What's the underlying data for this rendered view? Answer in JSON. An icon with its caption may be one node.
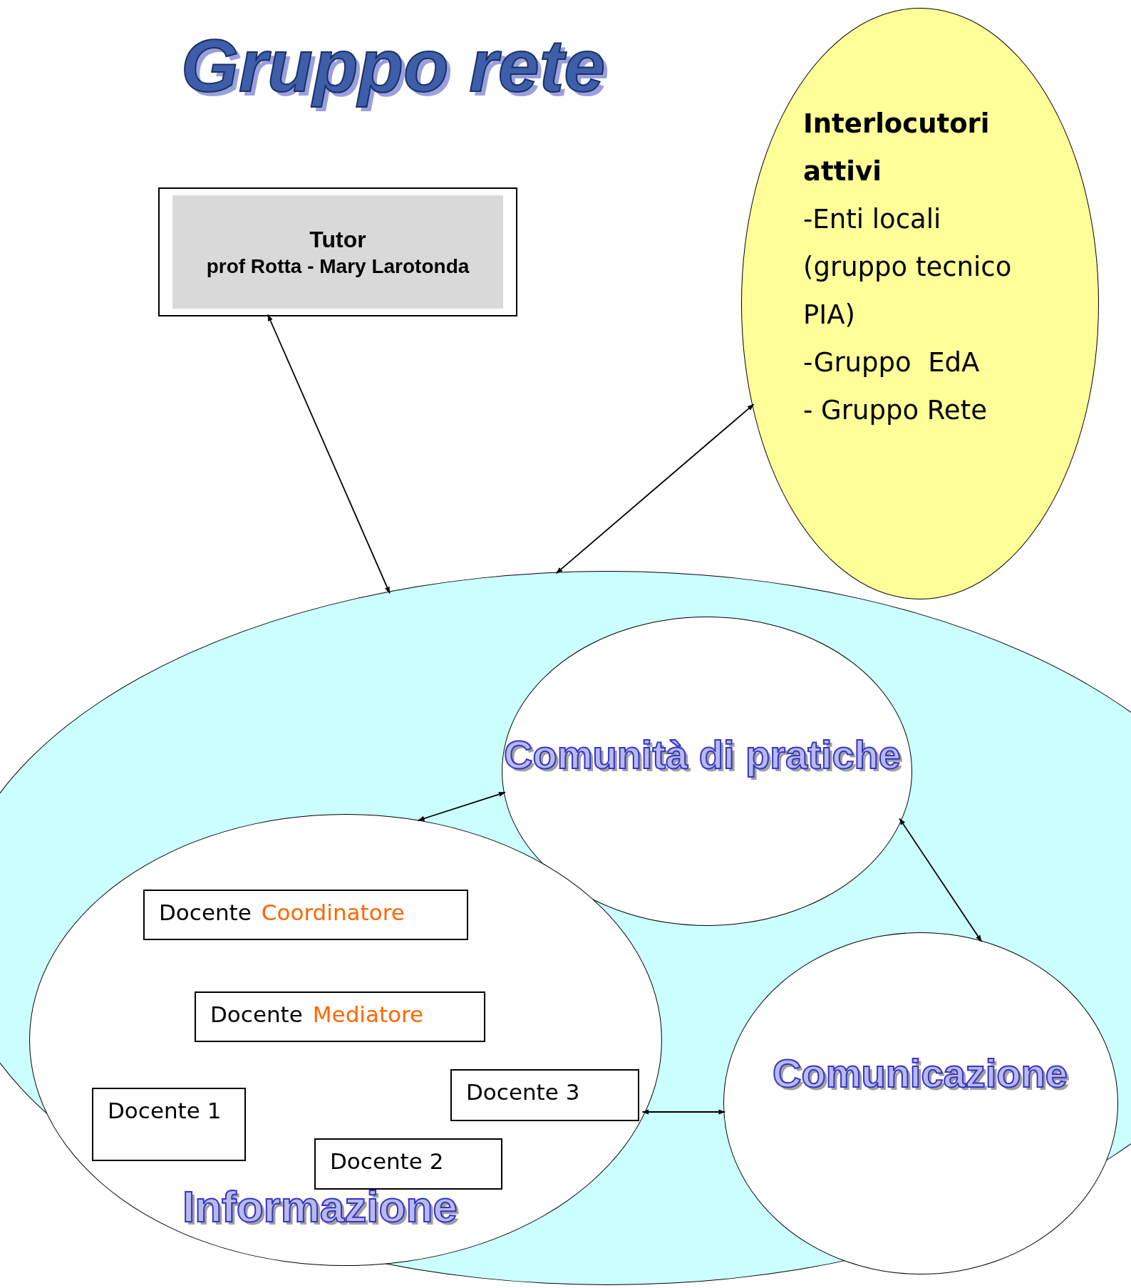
{
  "diagram": {
    "title": "Gruppo rete",
    "nodes": [
      {
        "text": [
          "Tutor",
          "prof Rotta - Mary Larotonda"
        ]
      },
      {
        "text": [
          "Interlocutori attivi",
          "-Enti locali (gruppo tecnico PIA)",
          "-Gruppo  EdA",
          "- Gruppo Rete"
        ]
      },
      {
        "text": [],
        "shape": "ellipse"
      },
      {
        "text": [
          "Comunità di pratiche"
        ],
        "in": 2
      },
      {
        "text": [
          "Informazione"
        ],
        "in": 2
      },
      {
        "text": [
          "Docente",
          "Coordinatore"
        ],
        "in": 4
      },
      {
        "text": [
          "Docente",
          "Mediatore"
        ],
        "in": 4
      },
      {
        "text": [
          "Docente 3"
        ],
        "in": 4
      },
      {
        "text": [
          "Docente 1"
        ],
        "in": 4
      },
      {
        "text": [
          "Docente 2"
        ],
        "in": 4
      },
      {
        "text": [
          "Comunicazione"
        ],
        "in": 2
      }
    ],
    "edges": [
      {
        "from": 0,
        "to": 2,
        "arrow": "both"
      },
      {
        "from": 1,
        "to": 2,
        "arrow": "both"
      },
      {
        "from": 4,
        "to": 3,
        "arrow": "both"
      },
      {
        "from": 3,
        "to": 10,
        "arrow": "both"
      },
      {
        "from": 4,
        "to": 10,
        "arrow": "both"
      }
    ]
  }
}
